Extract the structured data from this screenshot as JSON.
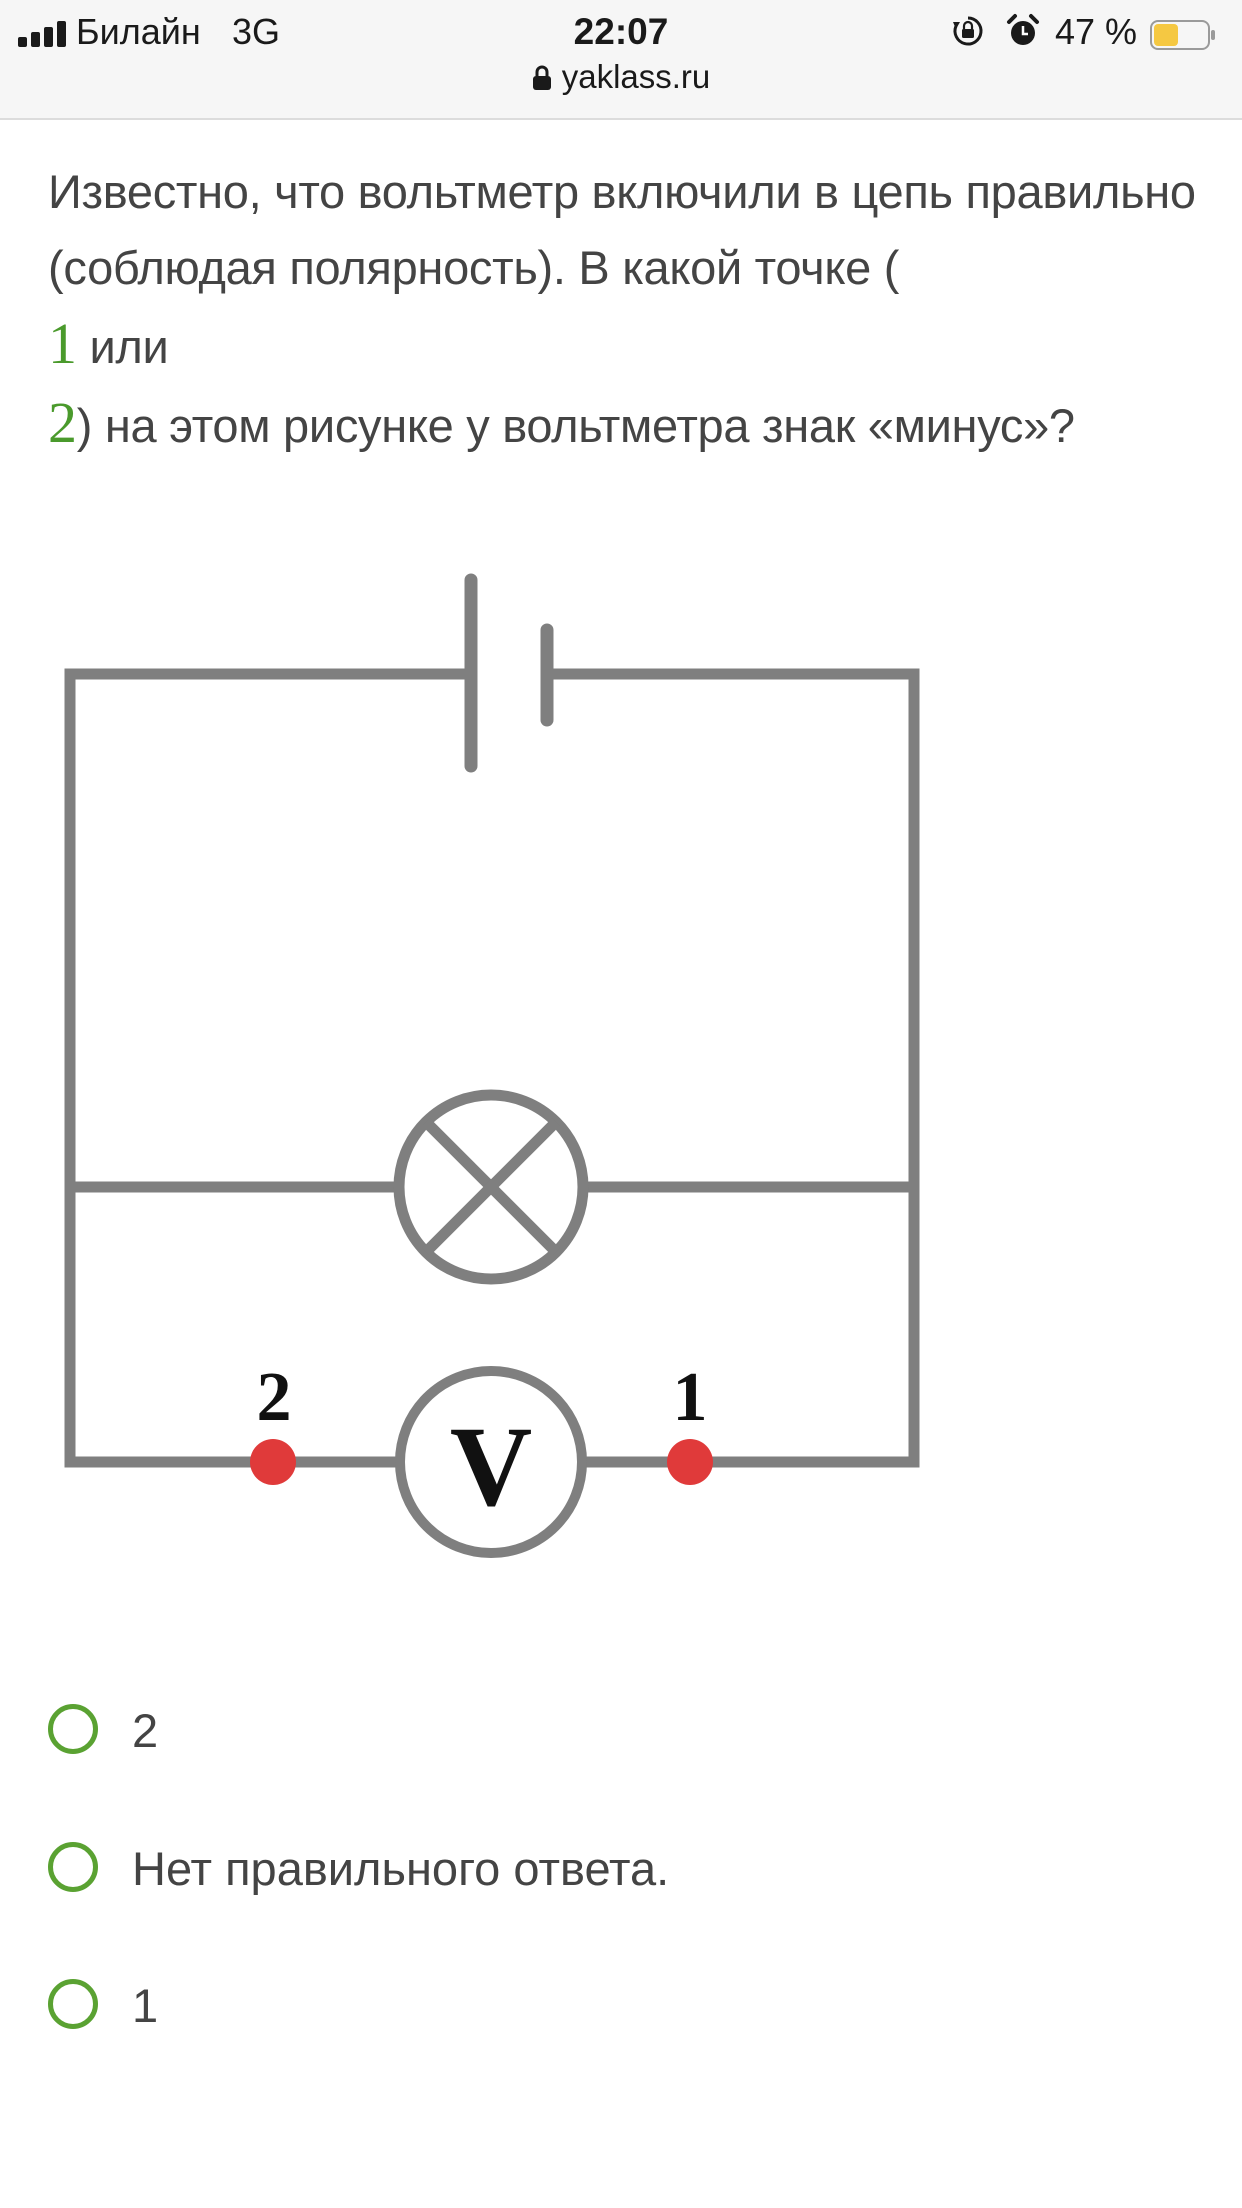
{
  "status_bar": {
    "carrier": "Билайн",
    "network": "3G",
    "time": "22:07",
    "battery_percent": "47 %",
    "battery_level": 0.47,
    "battery_color": "#f5c842",
    "icons": [
      "signal-bars-icon",
      "rotation-lock-icon",
      "alarm-icon",
      "battery-icon"
    ]
  },
  "browser": {
    "url": "yaklass.ru",
    "lock_icon": "lock-icon"
  },
  "question": {
    "line1": "Известно, что вольтметр включили в цепь правильно (соблюдая полярность). В какой точке (",
    "num1": "1",
    "mid": " или",
    "num2": "2",
    "end": ") на этом рисунке у вольтметра знак «минус»?"
  },
  "circuit": {
    "label_left": "2",
    "label_right": "1",
    "voltmeter_symbol": "V",
    "point_color": "#e03a3a",
    "wire_color": "#808080"
  },
  "options": [
    {
      "label": "2"
    },
    {
      "label": "Нет правильного ответа."
    },
    {
      "label": "1"
    }
  ],
  "accent_color": "#5aa232"
}
